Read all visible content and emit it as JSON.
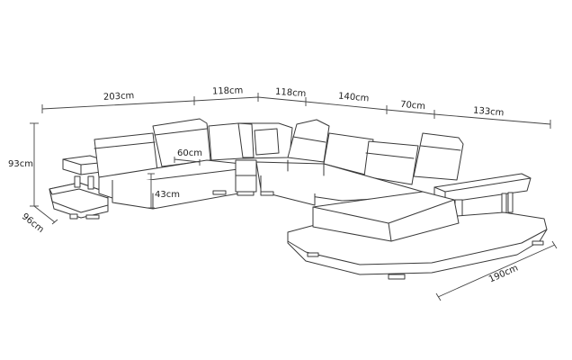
{
  "diagram": {
    "subject": "U-shaped sectional sofa with chaise and side tables",
    "style": "line drawing",
    "colors": {
      "background": "#ffffff",
      "line": "#3a3a3a"
    }
  },
  "dimensions": {
    "top_segments": [
      {
        "label": "203cm"
      },
      {
        "label": "118cm"
      },
      {
        "label": "118cm"
      },
      {
        "label": "140cm"
      },
      {
        "label": "70cm"
      },
      {
        "label": "133cm"
      }
    ],
    "height": {
      "label": "93cm"
    },
    "depth": {
      "label": "96cm"
    },
    "seat_depth": {
      "label": "60cm"
    },
    "seat_height": {
      "label": "43cm"
    },
    "chaise_length": {
      "label": "190cm"
    }
  }
}
